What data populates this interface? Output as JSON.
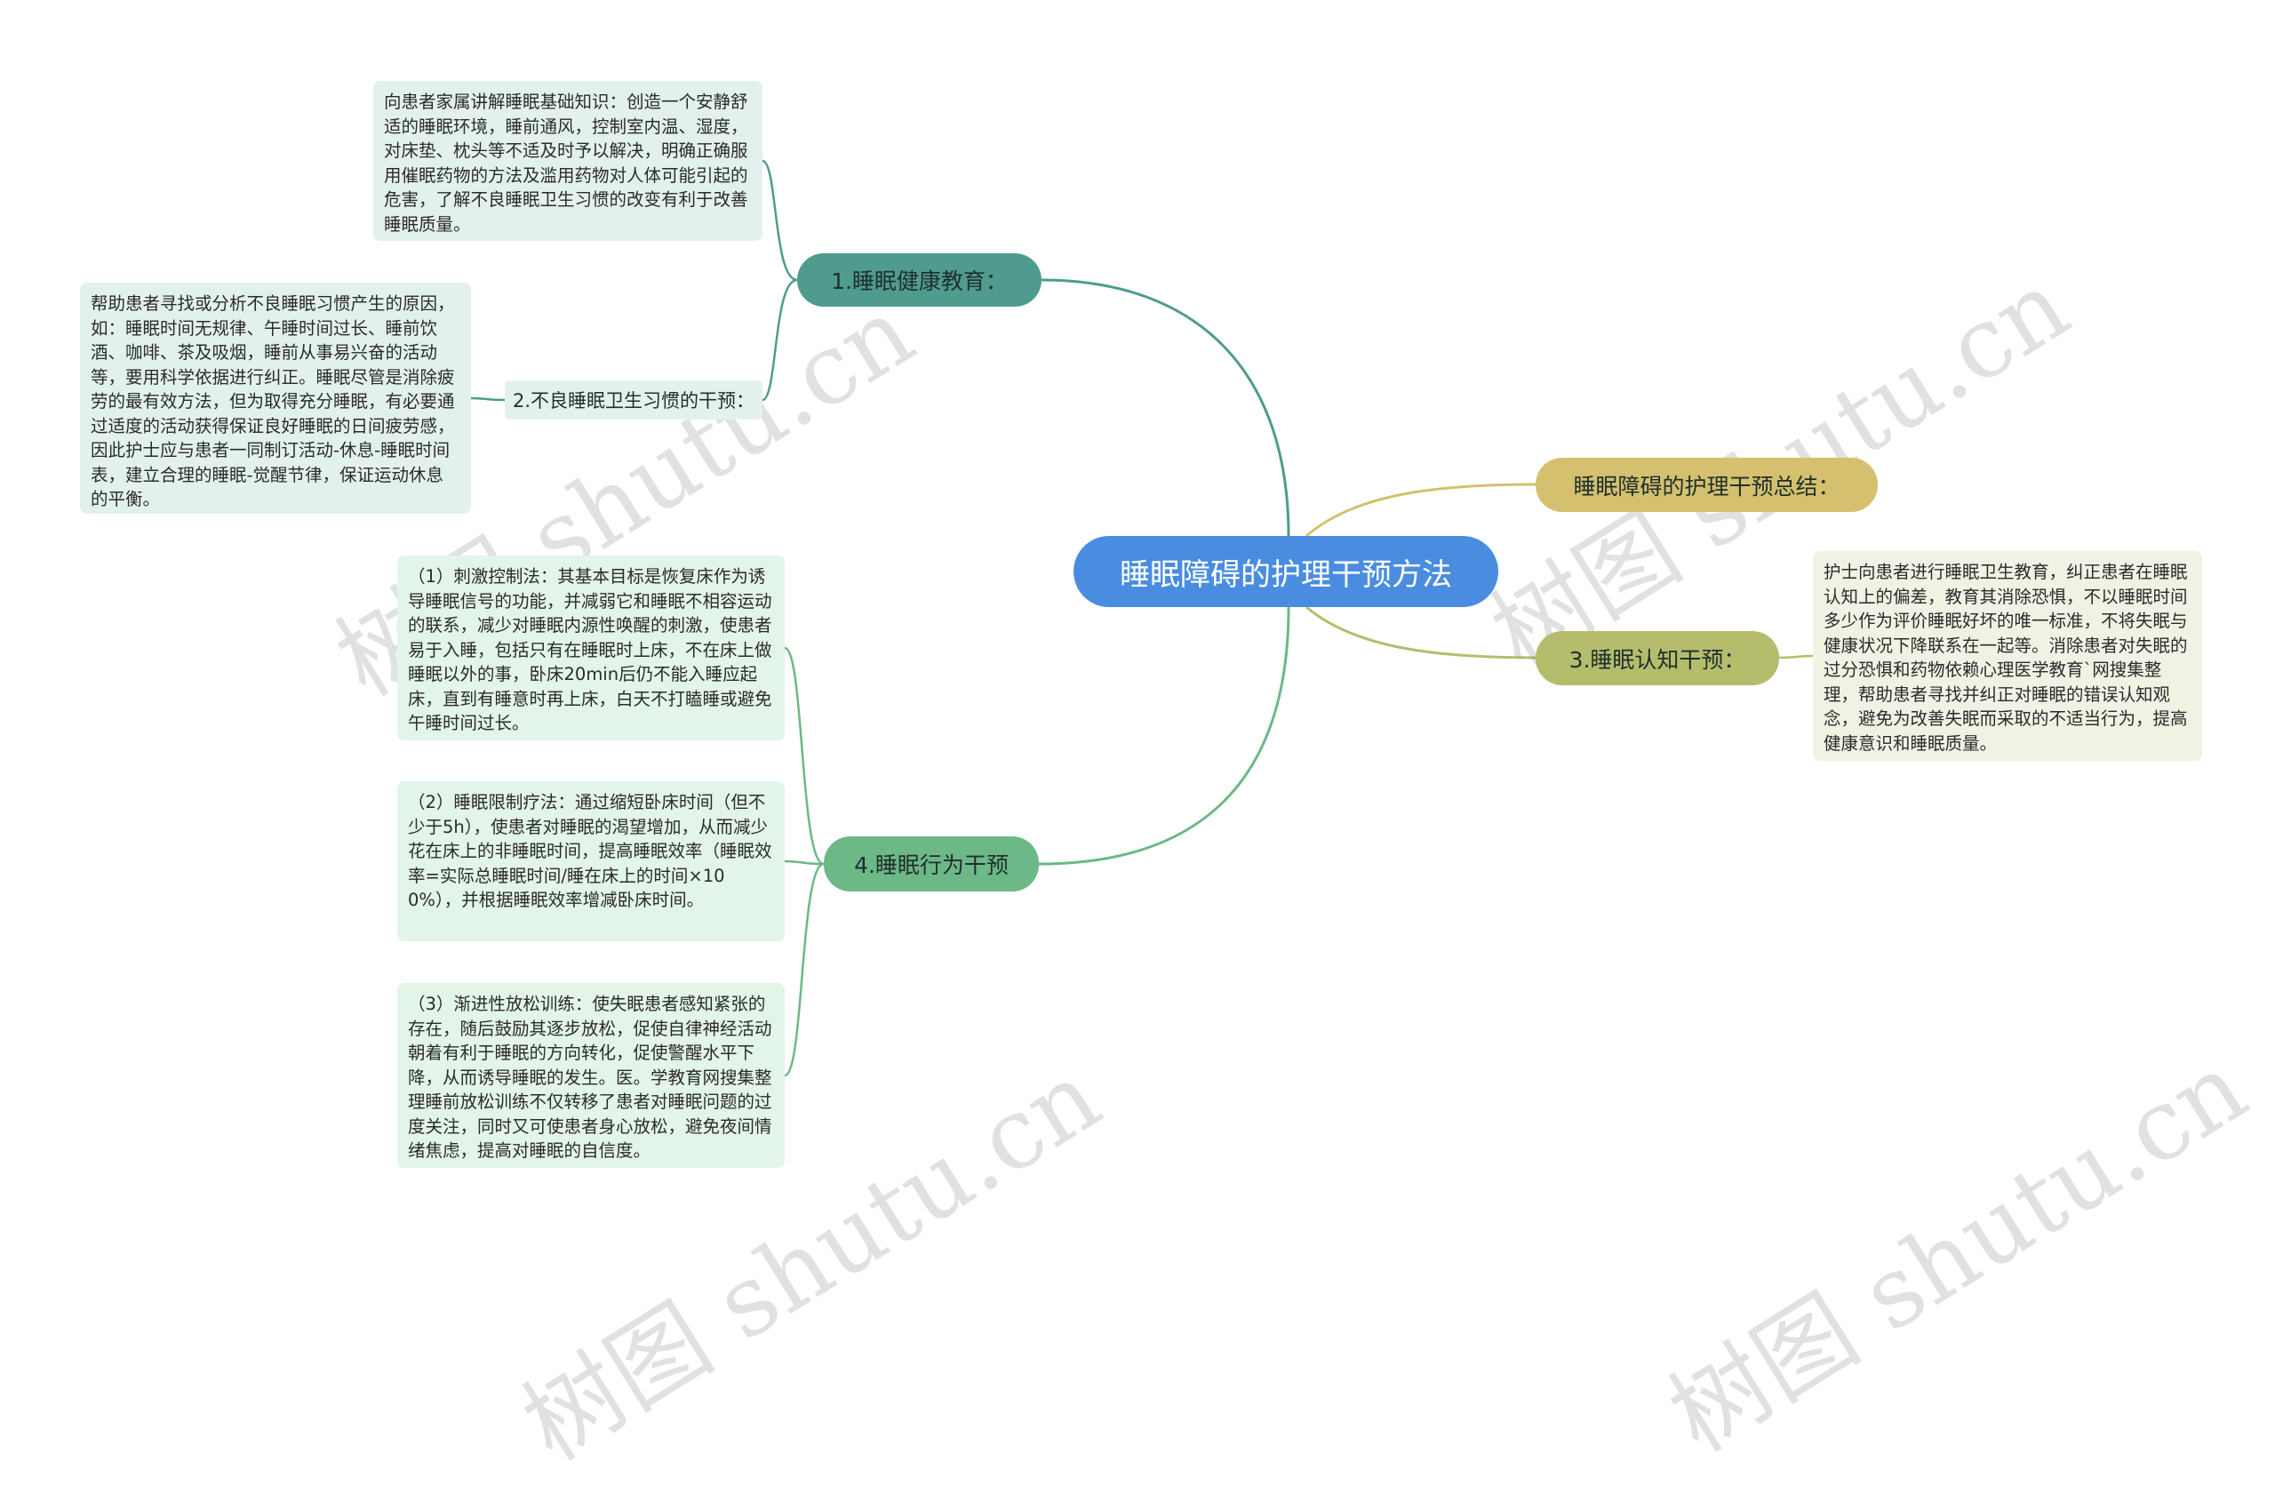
{
  "root": {
    "label": "睡眠障碍的护理干预方法"
  },
  "branches": {
    "b1": {
      "label": "1.睡眠健康教育："
    },
    "b2": {
      "label": "2.不良睡眠卫生习惯的干预："
    },
    "b4": {
      "label": "4.睡眠行为干预"
    },
    "summary": {
      "label": "睡眠障碍的护理干预总结："
    },
    "b3": {
      "label": "3.睡眠认知干预："
    }
  },
  "leaves": {
    "t1": "向患者家属讲解睡眠基础知识：创造一个安静舒适的睡眠环境，睡前通风，控制室内温、湿度，对床垫、枕头等不适及时予以解决，明确正确服用催眠药物的方法及滥用药物对人体可能引起的危害，了解不良睡眠卫生习惯的改变有利于改善睡眠质量。",
    "t2": "帮助患者寻找或分析不良睡眠习惯产生的原因，如：睡眠时间无规律、午睡时间过长、睡前饮酒、咖啡、茶及吸烟，睡前从事易兴奋的活动等，要用科学依据进行纠正。睡眠尽管是消除疲劳的最有效方法，但为取得充分睡眠，有必要通过适度的活动获得保证良好睡眠的日间疲劳感，因此护士应与患者一同制订活动-休息-睡眠时间表，建立合理的睡眠-觉醒节律，保证运动休息的平衡。",
    "t4a": "（1）刺激控制法：其基本目标是恢复床作为诱导睡眠信号的功能，并减弱它和睡眠不相容运动的联系，减少对睡眠内源性唤醒的刺激，使患者易于入睡，包括只有在睡眠时上床，不在床上做睡眠以外的事，卧床20min后仍不能入睡应起床，直到有睡意时再上床，白天不打瞌睡或避免午睡时间过长。",
    "t4b": "（2）睡眠限制疗法：通过缩短卧床时间（但不少于5h），使患者对睡眠的渴望增加，从而减少花在床上的非睡眠时间，提高睡眠效率（睡眠效率=实际总睡眠时间/睡在床上的时间×100%），并根据睡眠效率增减卧床时间。",
    "t4c": "（3）渐进性放松训练：使失眠患者感知紧张的存在，随后鼓励其逐步放松，促使自律神经活动朝着有利于睡眠的方向转化，促使警醒水平下降，从而诱导睡眠的发生。医。学教育网搜集整理睡前放松训练不仅转移了患者对睡眠问题的过度关注，同时又可使患者身心放松，避免夜间情绪焦虑，提高对睡眠的自信度。",
    "t3": "护士向患者进行睡眠卫生教育，纠正患者在睡眠认知上的偏差，教育其消除恐惧，不以睡眠时间多少作为评价睡眠好坏的唯一标准，不将失眠与健康状况下降联系在一起等。消除患者对失眠的过分恐惧和药物依赖心理医学教育`网搜集整理，帮助患者寻找并纠正对睡眠的错误认知观念，避免为改善失眠而采取的不适当行为，提高健康意识和睡眠质量。"
  },
  "watermark": {
    "text": "树图 shutu.cn"
  },
  "colors": {
    "root": "#4a8de0",
    "teal": "#4f9b8e",
    "green": "#6cb887",
    "gold": "#d4c06e",
    "olive": "#b5bd6d"
  }
}
